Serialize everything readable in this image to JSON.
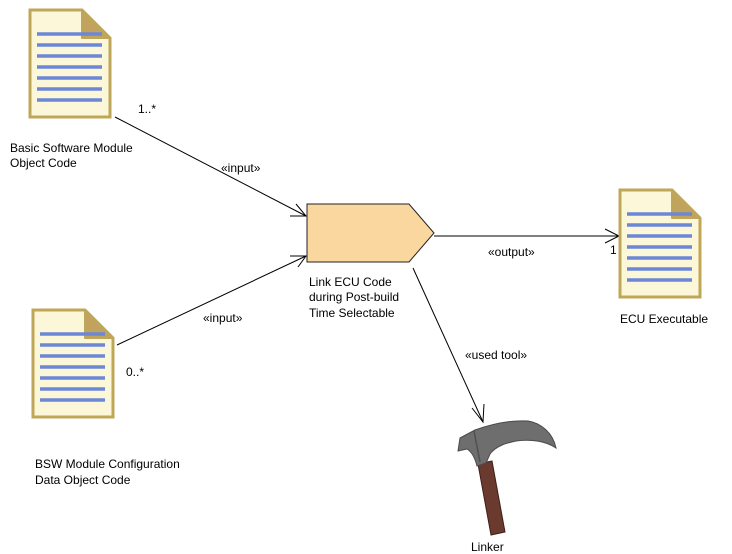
{
  "artifacts": {
    "bsw_object_code": {
      "name_line1": "Basic Software Module",
      "name_line2": "Object Code"
    },
    "bsw_config_object_code": {
      "name_line1": "BSW Module Configuration",
      "name_line2": "Data Object Code"
    },
    "ecu_executable": {
      "name": "ECU Executable"
    }
  },
  "task": {
    "name_line1": "Link ECU Code",
    "name_line2": "during Post-build",
    "name_line3": "Time Selectable"
  },
  "tool": {
    "name": "Linker"
  },
  "relations": {
    "input_1": {
      "stereotype": "«input»",
      "multiplicity": "1..*"
    },
    "input_2": {
      "stereotype": "«input»",
      "multiplicity": "0..*"
    },
    "output": {
      "stereotype": "«output»",
      "multiplicity": "1"
    },
    "used_tool": {
      "stereotype": "«used tool»"
    }
  },
  "colors": {
    "document_fill": "#fdf7d9",
    "document_border": "#bfa75a",
    "document_fold": "#c2a35e",
    "document_lines": "#6b87d6",
    "task_fill": "#fbd7a0",
    "task_border": "#222222",
    "hammer_head": "#6e6e6e",
    "hammer_handle": "#6b3a2e"
  }
}
